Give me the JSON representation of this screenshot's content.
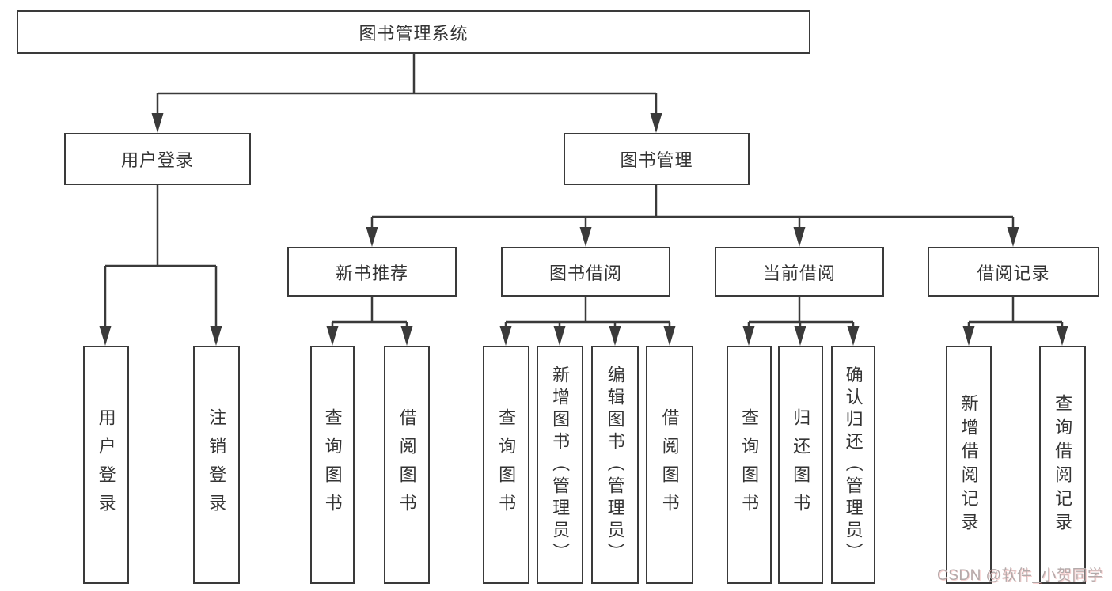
{
  "nodes": {
    "system": "图书管理系统",
    "user_login": "用户登录",
    "book_management": "图书管理",
    "new_book_recommend": "新书推荐",
    "book_borrowing": "图书借阅",
    "current_borrowing": "当前借阅",
    "borrowing_records": "借阅记录",
    "user_login_action": "用户登录",
    "logout_action": "注销登录",
    "recommend_query_books": "查询图书",
    "recommend_borrow_books": "借阅图书",
    "borrowing_query_books": "查询图书",
    "borrowing_add_books": "新增图书（管理员）",
    "borrowing_edit_books": "编辑图书（管理员）",
    "borrowing_borrow_books": "借阅图书",
    "current_query_books": "查询图书",
    "current_return_books": "归还图书",
    "current_confirm_return": "确认归还（管理员）",
    "records_add_record": "新增借阅记录",
    "records_query_record": "查询借阅记录"
  },
  "watermark": "CSDN @软件_小贺同学",
  "colors": {
    "line": "#3a3a3a",
    "text": "#343434",
    "background": "#ffffff",
    "watermark": "#b3aaaa"
  }
}
